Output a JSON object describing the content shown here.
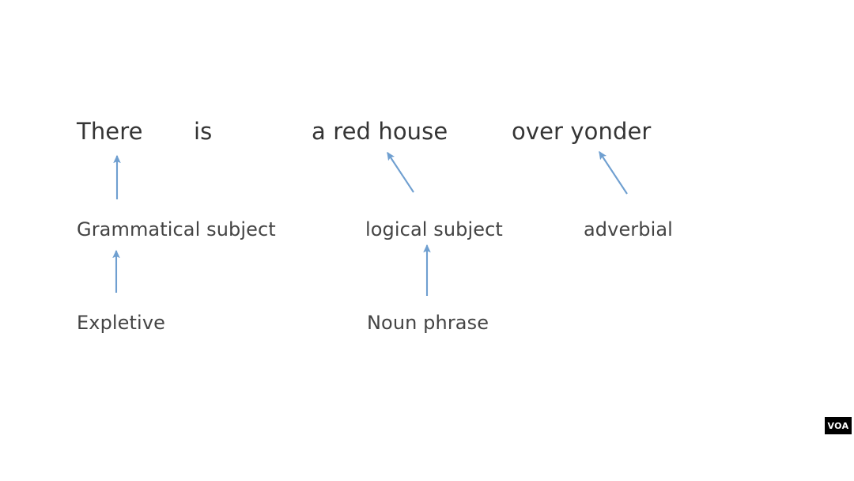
{
  "slide": {
    "background_color": "#ffffff",
    "text_color": "#3c3c3c",
    "arrow_color": "#6f9fd0"
  },
  "sentence": {
    "tokens": [
      {
        "id": "there",
        "text": "There"
      },
      {
        "id": "is",
        "text": "is"
      },
      {
        "id": "a-red-house",
        "text": "a red house"
      },
      {
        "id": "over-yonder",
        "text": "over yonder"
      }
    ]
  },
  "analysis_level_1": {
    "labels": [
      {
        "id": "grammatical-subject",
        "text": "Grammatical subject"
      },
      {
        "id": "logical-subject",
        "text": "logical subject"
      },
      {
        "id": "adverbial",
        "text": "adverbial"
      }
    ]
  },
  "analysis_level_2": {
    "labels": [
      {
        "id": "expletive",
        "text": "Expletive"
      },
      {
        "id": "noun-phrase",
        "text": "Noun phrase"
      }
    ]
  },
  "arrows": [
    {
      "id": "expletive-to-grammatical-subject",
      "from": "Expletive",
      "to": "Grammatical subject",
      "orientation": "vertical"
    },
    {
      "id": "grammatical-subject-to-there",
      "from": "Grammatical subject",
      "to": "There",
      "orientation": "vertical"
    },
    {
      "id": "noun-phrase-to-logical-subject",
      "from": "Noun phrase",
      "to": "logical subject",
      "orientation": "vertical"
    },
    {
      "id": "logical-subject-to-a-red-house",
      "from": "logical subject",
      "to": "a red house",
      "orientation": "diagonal"
    },
    {
      "id": "adverbial-to-over-yonder",
      "from": "adverbial",
      "to": "over yonder",
      "orientation": "diagonal"
    }
  ],
  "watermark": {
    "text": "VOA",
    "background_color": "#000000",
    "text_color": "#ffffff"
  }
}
